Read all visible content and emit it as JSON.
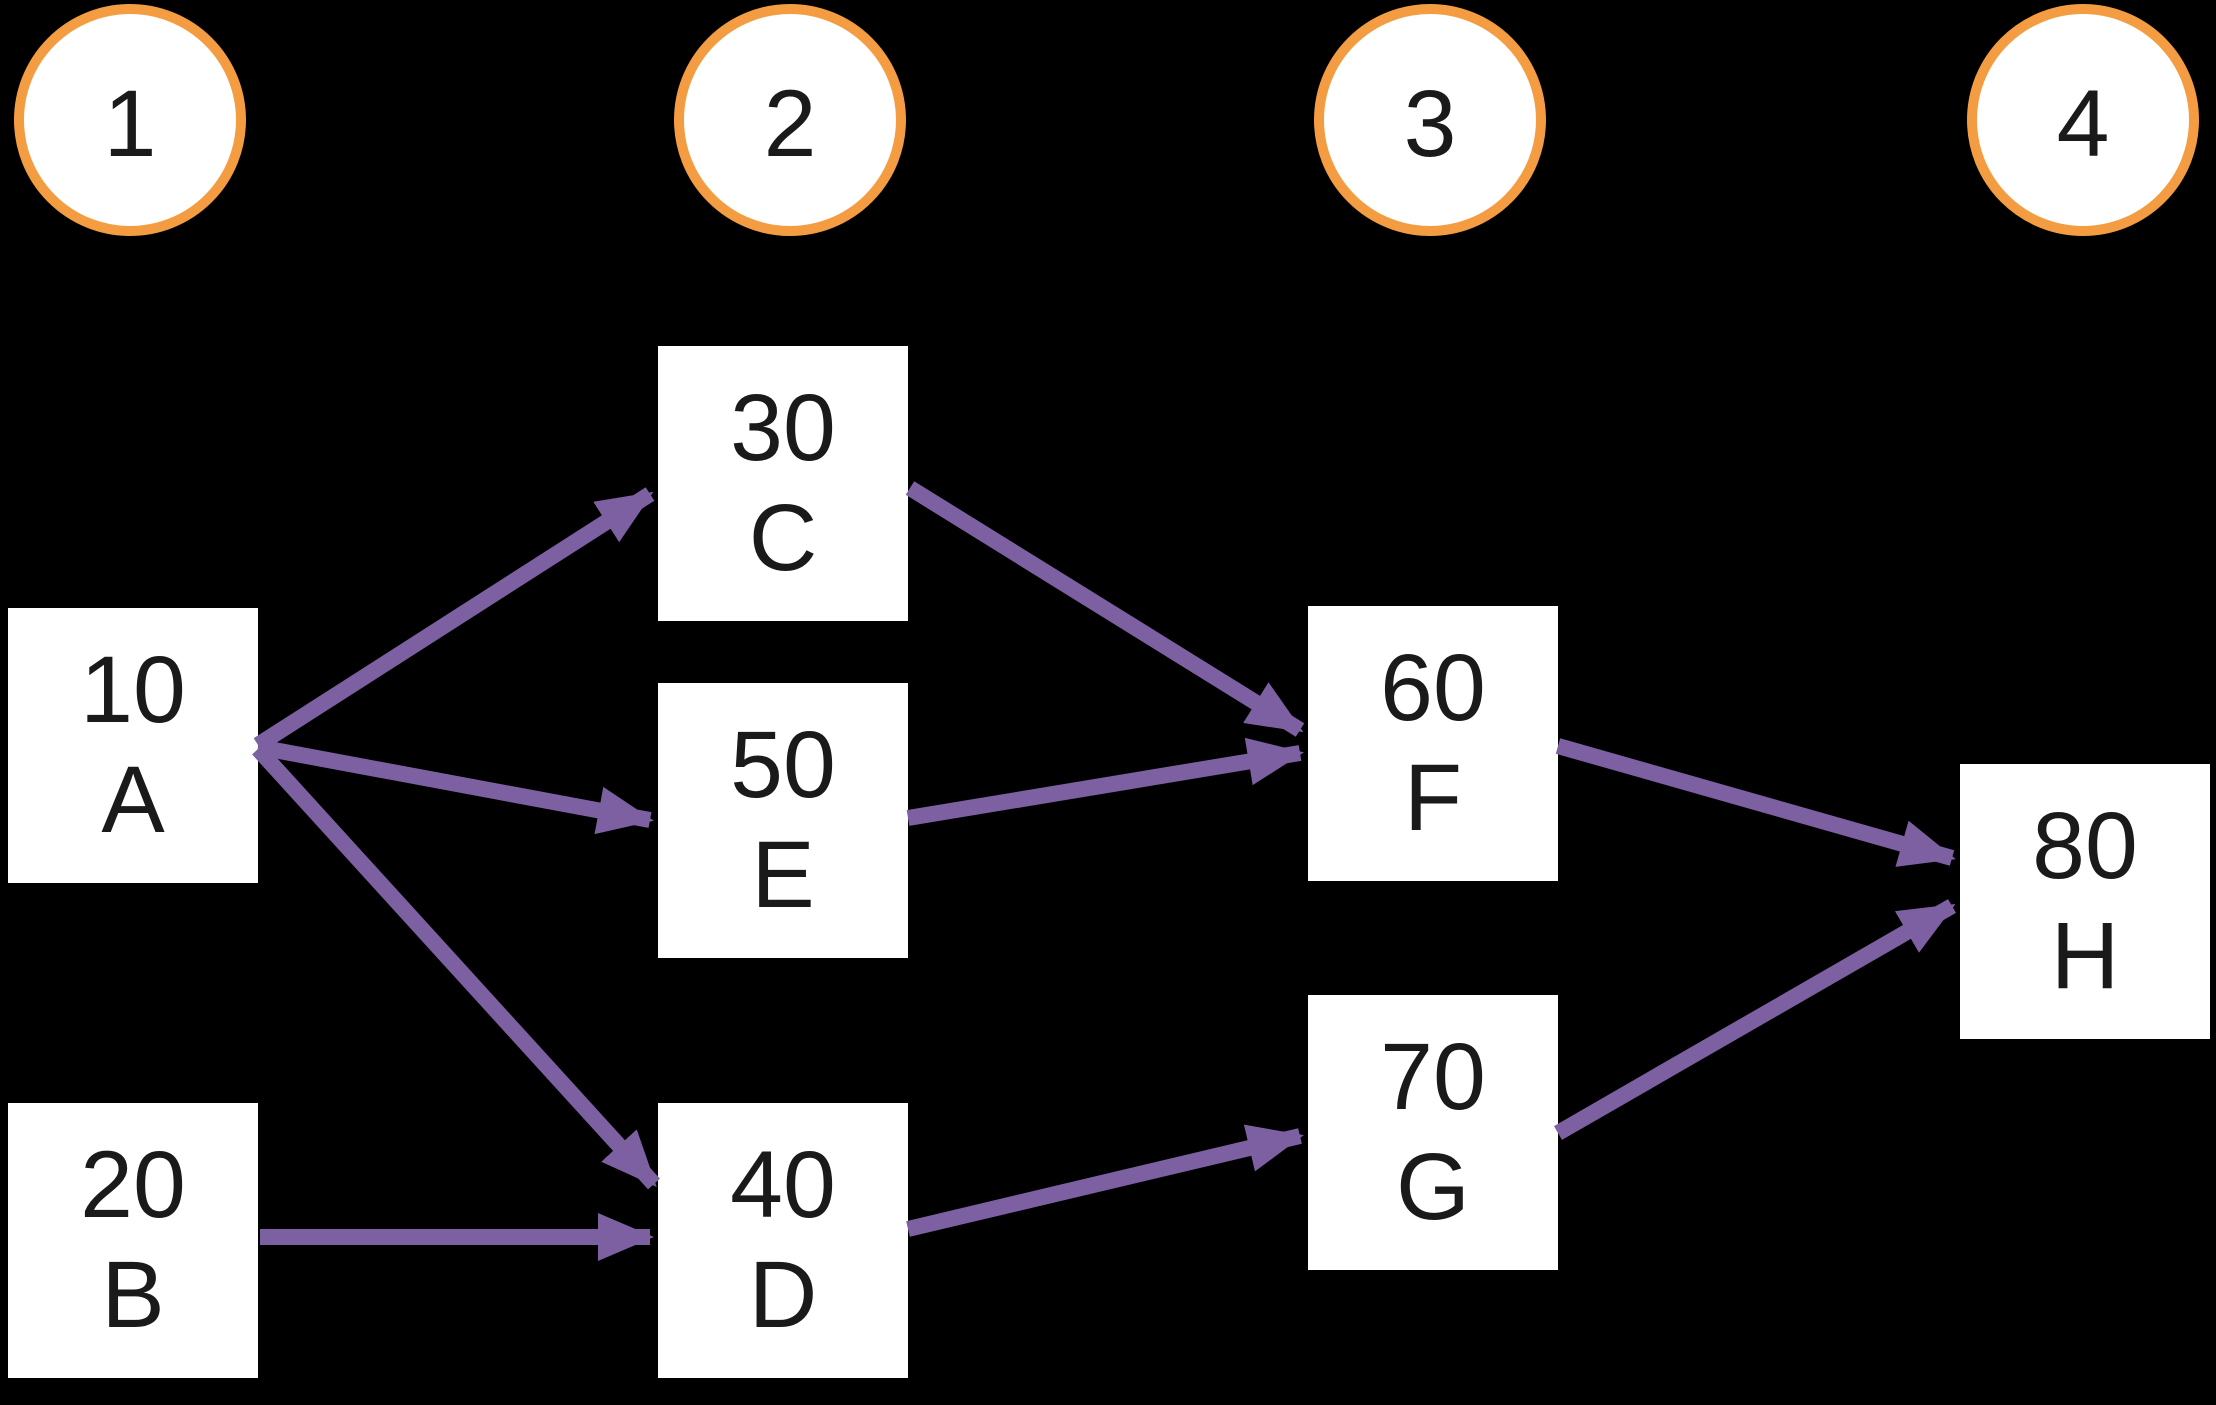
{
  "diagram": {
    "type": "process-flow-graph",
    "background": "#000000"
  },
  "colors": {
    "background": "#000000",
    "node_fill": "#ffffff",
    "node_text": "#1a1a1a",
    "arrow": "#7d60a2",
    "stage_ring": "#f49c42",
    "stage_fill": "#ffffff",
    "stage_text": "#1a1a1a"
  },
  "stages": [
    {
      "label": "1"
    },
    {
      "label": "2"
    },
    {
      "label": "3"
    },
    {
      "label": "4"
    }
  ],
  "nodes": {
    "A": {
      "value": "10",
      "label": "A",
      "column": "1"
    },
    "B": {
      "value": "20",
      "label": "B",
      "column": "1"
    },
    "C": {
      "value": "30",
      "label": "C",
      "column": "2"
    },
    "E": {
      "value": "50",
      "label": "E",
      "column": "2"
    },
    "D": {
      "value": "40",
      "label": "D",
      "column": "2"
    },
    "F": {
      "value": "60",
      "label": "F",
      "column": "3"
    },
    "G": {
      "value": "70",
      "label": "G",
      "column": "3"
    },
    "H": {
      "value": "80",
      "label": "H",
      "column": "4"
    }
  },
  "edges": [
    {
      "from": "A",
      "to": "C"
    },
    {
      "from": "A",
      "to": "E"
    },
    {
      "from": "A",
      "to": "D"
    },
    {
      "from": "B",
      "to": "D"
    },
    {
      "from": "C",
      "to": "F"
    },
    {
      "from": "E",
      "to": "F"
    },
    {
      "from": "D",
      "to": "G"
    },
    {
      "from": "F",
      "to": "H"
    },
    {
      "from": "G",
      "to": "H"
    }
  ]
}
